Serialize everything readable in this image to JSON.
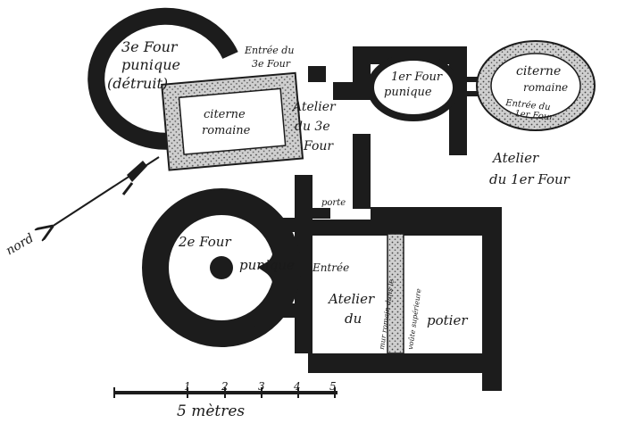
{
  "labels": {
    "four3_line1": "3e Four",
    "four3_line2": "punique",
    "four3_line3": "(détruit)",
    "entree3_line1": "Entrée du",
    "entree3_line2": "3e Four",
    "citerne_left_line1": "citerne",
    "citerne_left_line2": "romaine",
    "atelier3_line1": "Atelier",
    "atelier3_line2": "du 3e",
    "atelier3_line3": "Four",
    "four1_line1": "1er Four",
    "four1_line2": "punique",
    "citerne_right_line1": "citerne",
    "citerne_right_line2": "romaine",
    "entree1_line1": "Entrée du",
    "entree1_line2": "1er Four",
    "atelier1_line1": "Atelier",
    "atelier1_line2": "du 1er Four",
    "nord": "nord",
    "porte": "porte",
    "four2_line1": "2e Four",
    "four2_line2": "punique",
    "entree": "Entrée",
    "atelier_potier_line1": "Atelier",
    "atelier_potier_line2": "du",
    "atelier_potier_line3": "potier",
    "mur_romain": "mur romain dans le",
    "voute": "voûte supérieure",
    "scale_caption": "5 mètres"
  },
  "scale": {
    "ticks": [
      "1",
      "2",
      "3",
      "4",
      "5"
    ]
  },
  "colors": {
    "ink": "#1c1c1c",
    "paper": "#ffffff"
  }
}
